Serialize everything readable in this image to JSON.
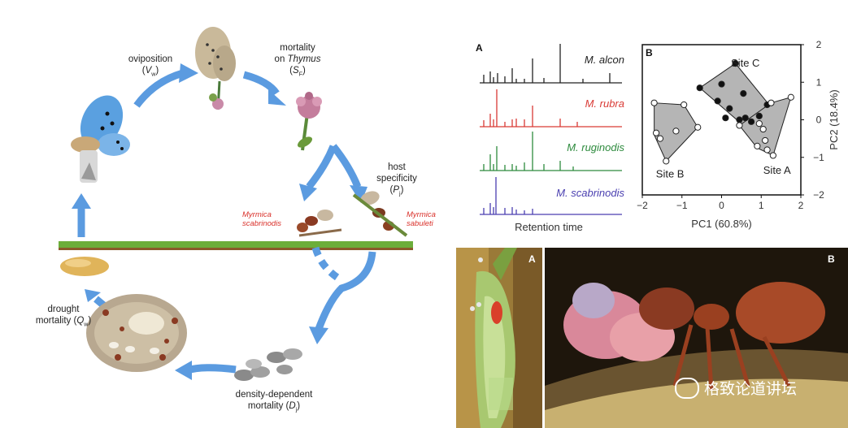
{
  "lifecycle": {
    "oviposition": {
      "line1": "oviposition",
      "line2": "(Vw)"
    },
    "mortality_thymus": {
      "line1": "mortality",
      "line2": "on Thymus",
      "line3": "(SF)"
    },
    "host_specificity": {
      "line1": "host",
      "line2": "specificity",
      "line3": "(Pj)"
    },
    "myrmica_left": {
      "line1": "Myrmica",
      "line2": "scabrinodis"
    },
    "myrmica_right": {
      "line1": "Myrmica",
      "line2": "sabuleti"
    },
    "drought": {
      "line1": "drought",
      "line2": "mortality (Qw)"
    },
    "density": {
      "line1": "density-dependent",
      "line2": "mortality (Dj)"
    },
    "colors": {
      "arrow": "#5b9be0",
      "ground": "#6cae3a",
      "soil": "#8a5a2b"
    }
  },
  "chromatogram": {
    "panel_label": "A",
    "xlabel": "Retention time",
    "traces": [
      {
        "name": "M. alcon",
        "color": "#222222"
      },
      {
        "name": "M. rubra",
        "color": "#d93a35"
      },
      {
        "name": "M. ruginodis",
        "color": "#2e8b3e"
      },
      {
        "name": "M. scabrinodis",
        "color": "#4a3fb0"
      }
    ]
  },
  "chart_data": {
    "type": "scatter",
    "panel_label": "B",
    "xlabel": "PC1 (60.8%)",
    "ylabel": "PC2 (18.4%)",
    "xlim": [
      -2,
      2
    ],
    "ylim": [
      -2,
      2
    ],
    "xticks": [
      "−2",
      "−1",
      "0",
      "1",
      "2"
    ],
    "yticks": [
      "2",
      "1",
      "0",
      "−1",
      "−2"
    ],
    "series": [
      {
        "name": "Site C",
        "marker": "filled",
        "color": "#222222",
        "hull": [
          [
            0.35,
            1.5
          ],
          [
            1.2,
            0.4
          ],
          [
            0.55,
            -0.15
          ],
          [
            -0.55,
            0.85
          ]
        ],
        "points": [
          [
            0.35,
            1.5
          ],
          [
            -0.55,
            0.85
          ],
          [
            0,
            0.95
          ],
          [
            0.55,
            0.7
          ],
          [
            -0.1,
            0.5
          ],
          [
            0.2,
            0.3
          ],
          [
            0.1,
            0.05
          ],
          [
            0.45,
            0.0
          ],
          [
            0.6,
            0.05
          ],
          [
            1.15,
            0.4
          ],
          [
            0.95,
            0.1
          ],
          [
            0.75,
            -0.05
          ]
        ]
      },
      {
        "name": "Site A",
        "marker": "open",
        "color": "#ffffff",
        "hull": [
          [
            1.75,
            0.6
          ],
          [
            1.3,
            -0.95
          ],
          [
            0.9,
            -0.75
          ],
          [
            0.45,
            -0.15
          ],
          [
            1.25,
            0.45
          ]
        ],
        "points": [
          [
            1.75,
            0.6
          ],
          [
            1.25,
            0.45
          ],
          [
            0.95,
            -0.1
          ],
          [
            1.05,
            -0.25
          ],
          [
            1.1,
            -0.55
          ],
          [
            1.15,
            -0.8
          ],
          [
            1.3,
            -0.95
          ],
          [
            0.9,
            -0.7
          ],
          [
            0.45,
            -0.15
          ]
        ]
      },
      {
        "name": "Site B",
        "marker": "open",
        "color": "#ffffff",
        "hull": [
          [
            -1.7,
            0.45
          ],
          [
            -0.95,
            0.4
          ],
          [
            -0.6,
            -0.2
          ],
          [
            -1.4,
            -1.1
          ],
          [
            -1.7,
            -0.4
          ]
        ],
        "points": [
          [
            -1.7,
            0.45
          ],
          [
            -0.95,
            0.4
          ],
          [
            -0.6,
            -0.2
          ],
          [
            -1.15,
            -0.3
          ],
          [
            -1.65,
            -0.35
          ],
          [
            -1.55,
            -0.5
          ],
          [
            -1.4,
            -1.1
          ]
        ]
      }
    ],
    "annotations": [
      "Site C",
      "Site A",
      "Site B"
    ],
    "grid": false
  },
  "photos": {
    "left_letter": "A",
    "right_letter": "B",
    "watermark": "格致论道讲坛"
  }
}
